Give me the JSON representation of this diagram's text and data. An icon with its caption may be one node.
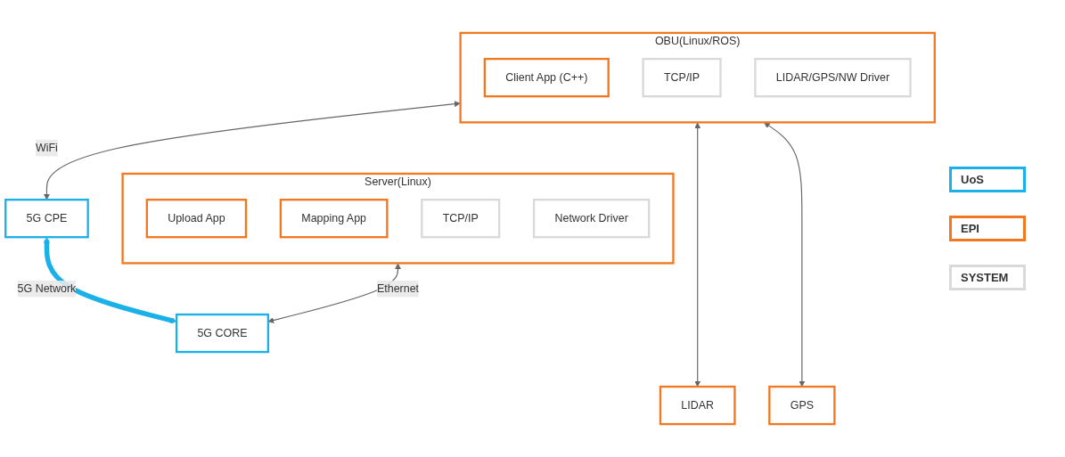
{
  "diagram": {
    "nodes": [
      {
        "text": [
          "OBU(Linux/ROS)"
        ]
      },
      {
        "text": [
          "Client App (C++)"
        ],
        "in": 0
      },
      {
        "text": [
          "TCP/IP"
        ],
        "in": 0
      },
      {
        "text": [
          "LIDAR/GPS/NW Driver"
        ],
        "in": 0
      },
      {
        "text": [
          "Server(Linux)"
        ]
      },
      {
        "text": [
          "Upload App"
        ],
        "in": 4
      },
      {
        "text": [
          "Mapping App"
        ],
        "in": 4
      },
      {
        "text": [
          "TCP/IP"
        ],
        "in": 4
      },
      {
        "text": [
          "Network Driver"
        ],
        "in": 4
      },
      {
        "text": [
          "LIDAR"
        ]
      },
      {
        "text": [
          "GPS"
        ]
      },
      {
        "text": [
          "5G CPE"
        ]
      },
      {
        "text": [
          "5G CORE"
        ]
      }
    ],
    "edges": [
      {
        "from": 0,
        "to": 9,
        "arrow": "both"
      },
      {
        "from": 0,
        "to": 10,
        "arrow": "both"
      },
      {
        "from": 0,
        "to": 11,
        "arrow": "both",
        "label": "WiFi"
      },
      {
        "from": 11,
        "to": 12,
        "arrow": "both",
        "label": "5G Network",
        "style": "thick",
        "color": "#1ab0e8"
      },
      {
        "from": 4,
        "to": 12,
        "arrow": "both",
        "label": "Ethernet"
      }
    ],
    "legend": [
      {
        "text": "UoS",
        "color": "#1ab0e8"
      },
      {
        "text": "EPI",
        "color": "#f07820"
      },
      {
        "text": "SYSTEM",
        "color": "#d9d9d9"
      }
    ]
  }
}
